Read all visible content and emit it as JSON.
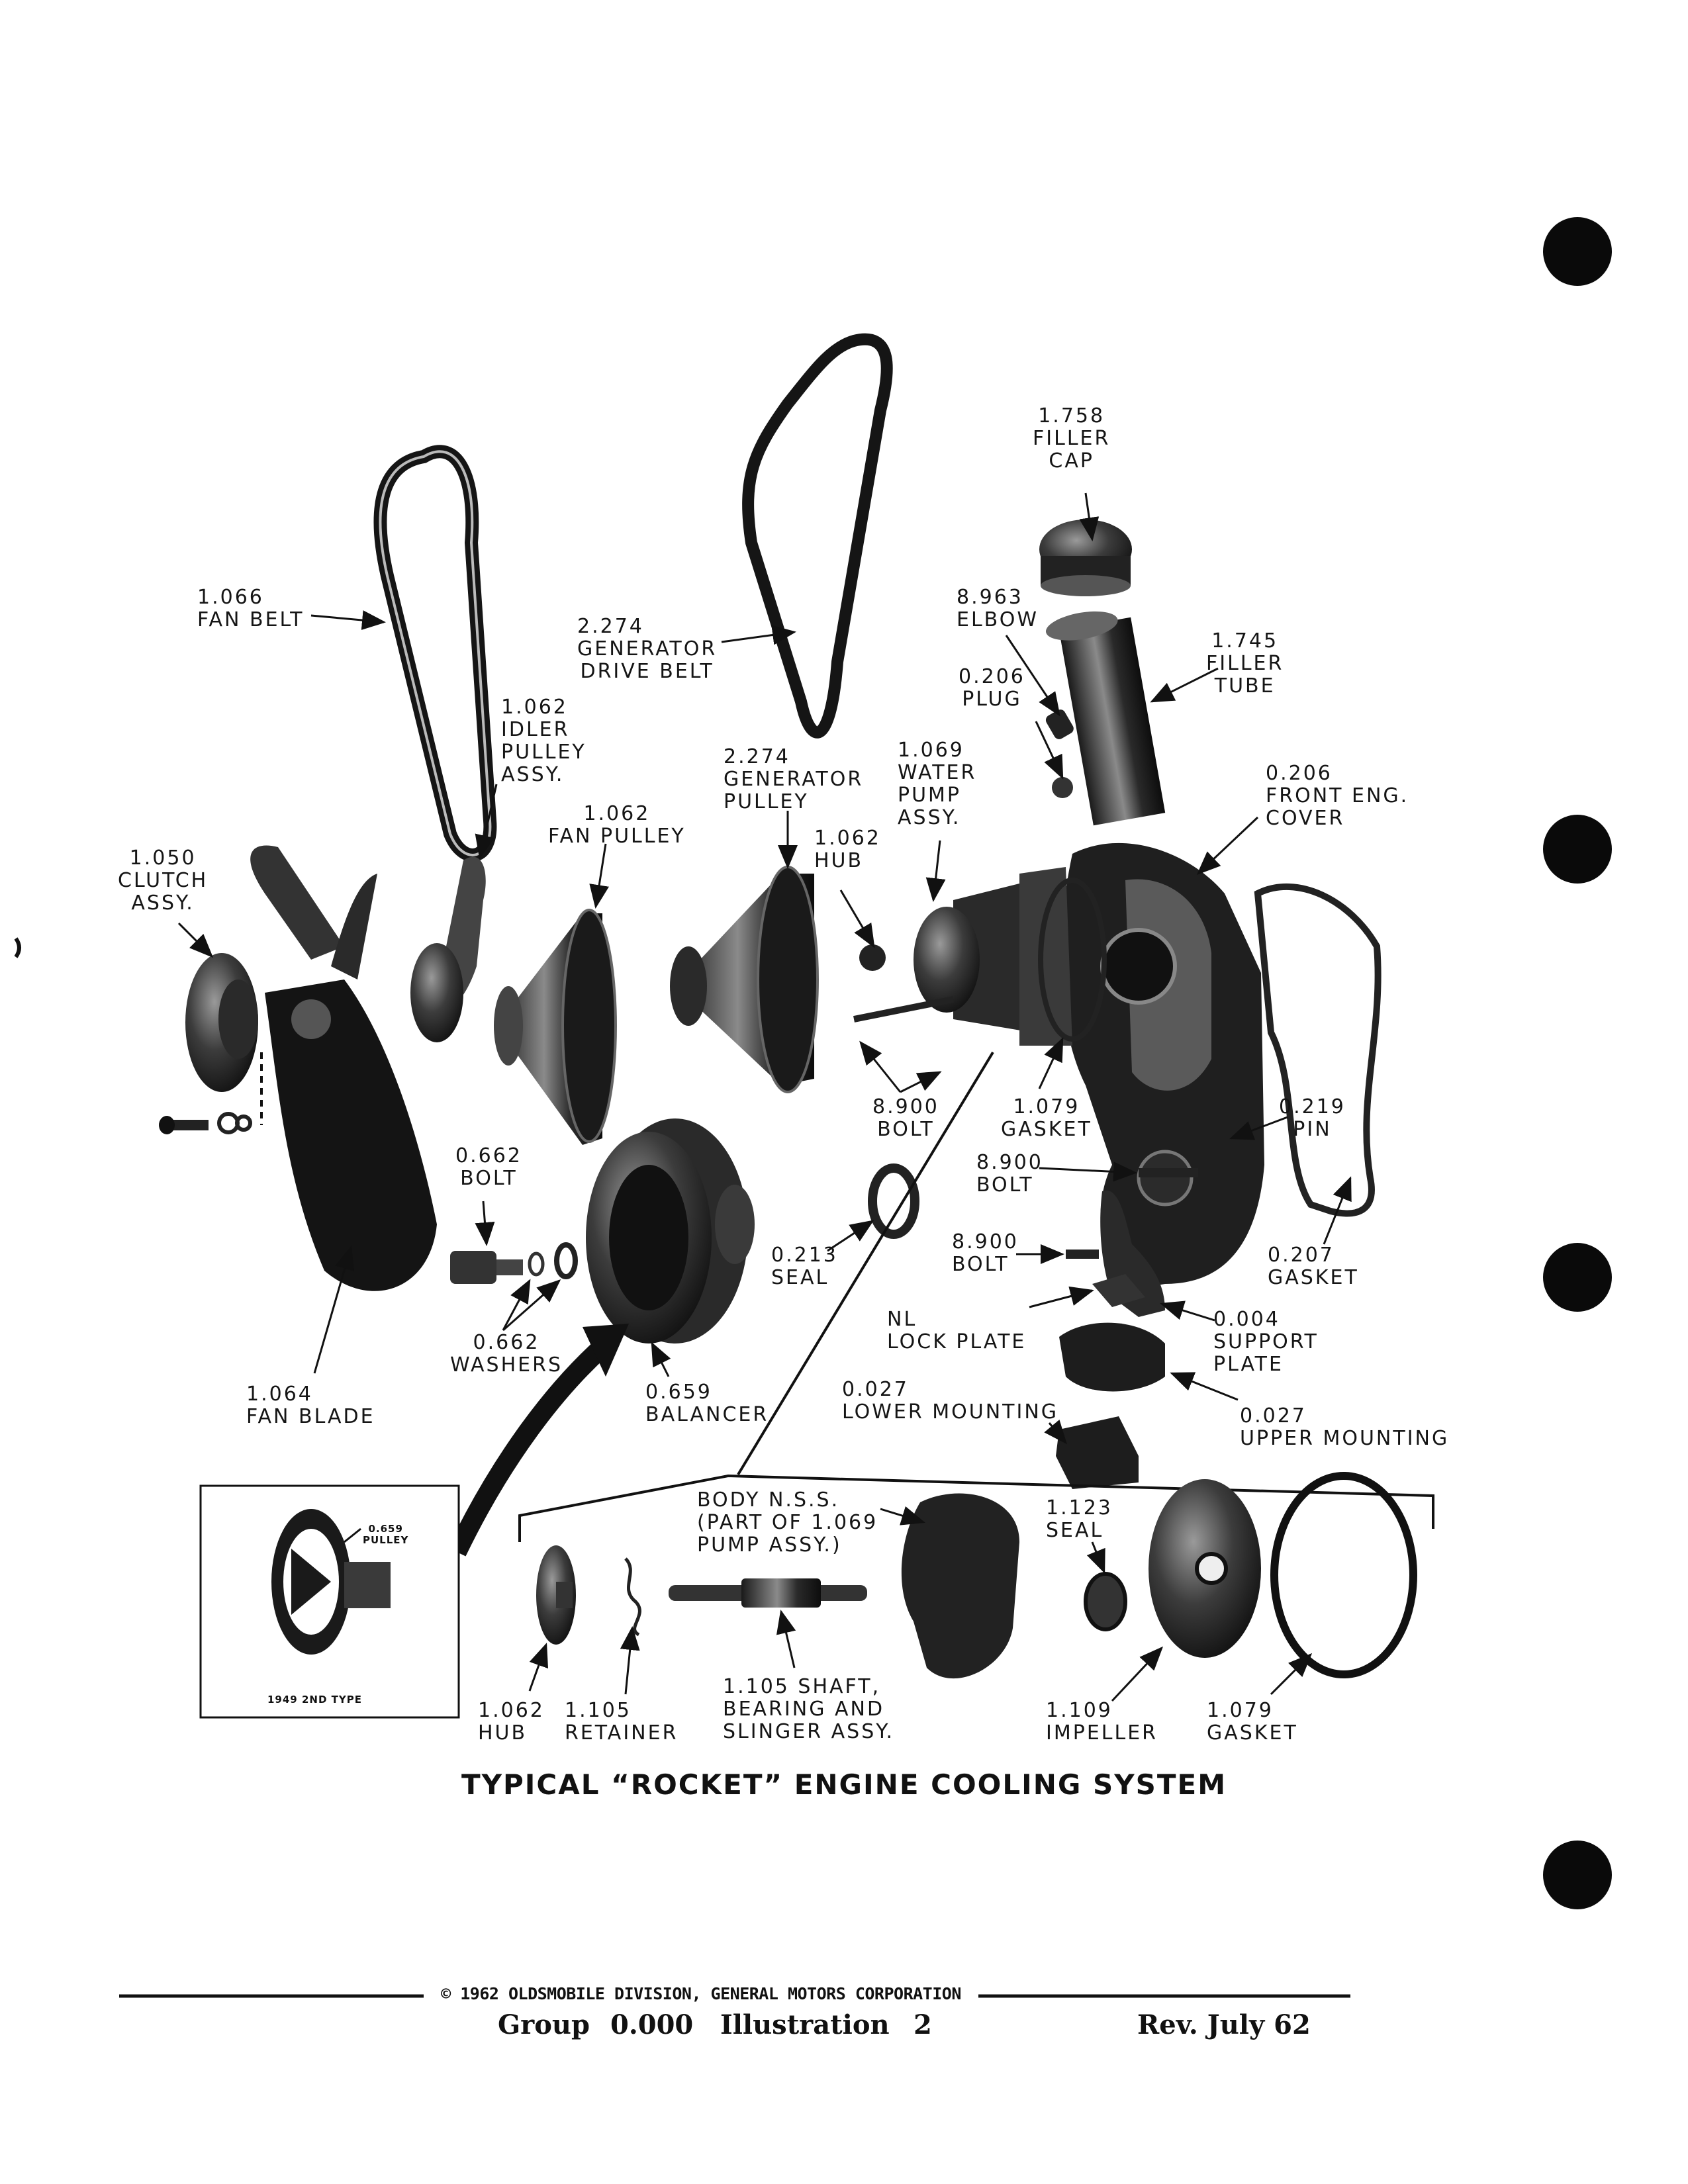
{
  "document": {
    "title": "TYPICAL “ROCKET” ENGINE COOLING SYSTEM",
    "copyright": "© 1962 OLDSMOBILE DIVISION, GENERAL MOTORS CORPORATION",
    "footer": {
      "group_label": "Group",
      "group_number": "0.000",
      "illustration_label": "Illustration",
      "illustration_number": "2",
      "revision": "Rev. July 62"
    }
  },
  "labels": {
    "fan_belt": [
      "1.066",
      "FAN BELT"
    ],
    "generator_drive_belt": [
      "2.274",
      "GENERATOR",
      "DRIVE BELT"
    ],
    "filler_cap": [
      "1.758",
      "FILLER",
      "CAP"
    ],
    "elbow": [
      "8.963",
      "ELBOW"
    ],
    "filler_tube": [
      "1.745",
      "FILLER",
      "TUBE"
    ],
    "plug": [
      "0.206",
      "PLUG"
    ],
    "idler_pulley": [
      "1.062",
      "IDLER",
      "PULLEY",
      "ASSY."
    ],
    "generator_pulley": [
      "2.274",
      "GENERATOR",
      "PULLEY"
    ],
    "water_pump": [
      "1.069",
      "WATER",
      "PUMP",
      "ASSY."
    ],
    "front_cover": [
      "0.206",
      "FRONT ENG.",
      "COVER"
    ],
    "fan_pulley": [
      "1.062",
      "FAN PULLEY"
    ],
    "hub_upper": [
      "1.062",
      "HUB"
    ],
    "clutch": [
      "1.050",
      "CLUTCH",
      "ASSY."
    ],
    "bolt_pump": [
      "8.900",
      "BOLT"
    ],
    "gasket_pump": [
      "1.079",
      "GASKET"
    ],
    "pin": [
      "0.219",
      "PIN"
    ],
    "bolt_cover": [
      "8.900",
      "BOLT"
    ],
    "bolt_small": [
      "0.662",
      "BOLT"
    ],
    "seal_front": [
      "0.213",
      "SEAL"
    ],
    "bolt_support": [
      "8.900",
      "BOLT"
    ],
    "gasket_cover": [
      "0.207",
      "GASKET"
    ],
    "washers": [
      "0.662",
      "WASHERS"
    ],
    "lock_plate": [
      "NL",
      "LOCK PLATE"
    ],
    "support_plate": [
      "0.004",
      "SUPPORT",
      "PLATE"
    ],
    "fan_blade": [
      "1.064",
      "FAN  BLADE"
    ],
    "balancer": [
      "0.659",
      "BALANCER"
    ],
    "lower_mounting": [
      "0.027",
      "LOWER MOUNTING"
    ],
    "upper_mounting": [
      "0.027",
      "UPPER MOUNTING"
    ],
    "body_nss": [
      "BODY N.S.S.",
      "(PART OF 1.069",
      "PUMP ASSY.)"
    ],
    "seal_pump": [
      "1.123",
      "SEAL"
    ],
    "hub_lower": [
      "1.062",
      "HUB"
    ],
    "retainer": [
      "1.105",
      "RETAINER"
    ],
    "shaft": [
      "1.105 SHAFT,",
      "BEARING AND",
      "SLINGER ASSY."
    ],
    "impeller": [
      "1.109",
      "IMPELLER"
    ],
    "gasket_lower": [
      "1.079",
      "GASKET"
    ]
  },
  "inset": {
    "pulley_label": [
      "0.659",
      "PULLEY"
    ],
    "caption": "1949 2ND TYPE"
  }
}
